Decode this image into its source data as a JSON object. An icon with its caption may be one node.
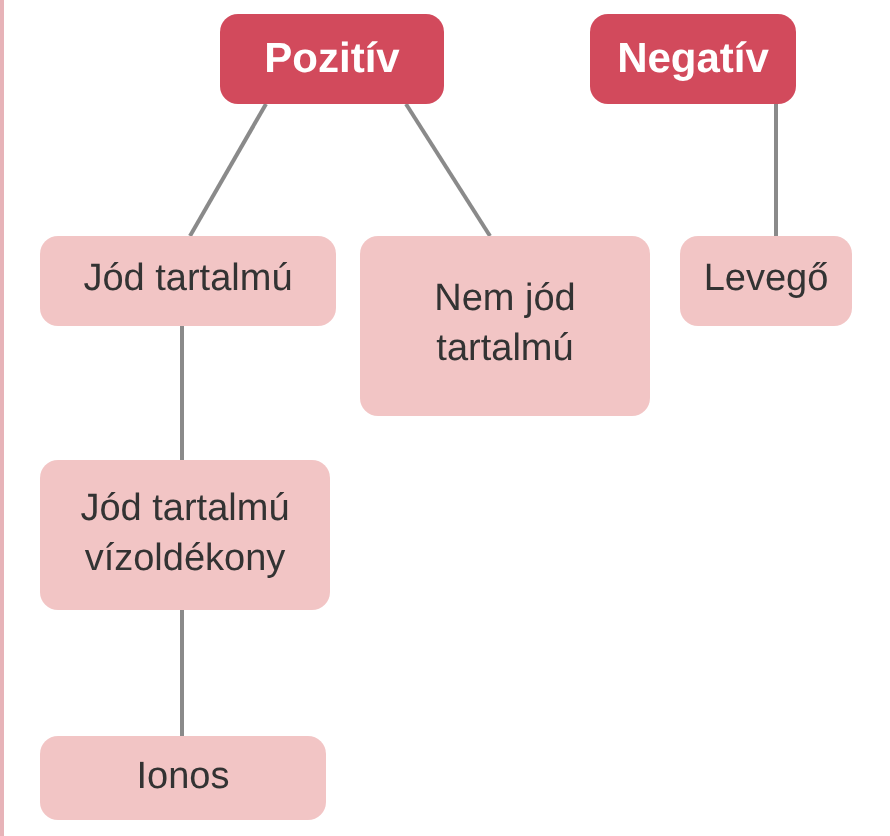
{
  "diagram": {
    "nodes": [
      {
        "text": [
          "Pozitív"
        ]
      },
      {
        "text": [
          "Negatív"
        ]
      },
      {
        "text": [
          "Jód tartalmú"
        ]
      },
      {
        "text": [
          "Nem jód tartalmú"
        ]
      },
      {
        "text": [
          "Levegő"
        ]
      },
      {
        "text": [
          "Jód tartalmú vízoldékony"
        ]
      },
      {
        "text": [
          "Ionos"
        ]
      }
    ],
    "edges": [
      {
        "from": 0,
        "to": 2,
        "arrow": "none"
      },
      {
        "from": 0,
        "to": 3,
        "arrow": "none"
      },
      {
        "from": 1,
        "to": 4,
        "arrow": "none"
      },
      {
        "from": 2,
        "to": 5,
        "arrow": "none"
      },
      {
        "from": 5,
        "to": 6,
        "arrow": "none"
      }
    ]
  }
}
